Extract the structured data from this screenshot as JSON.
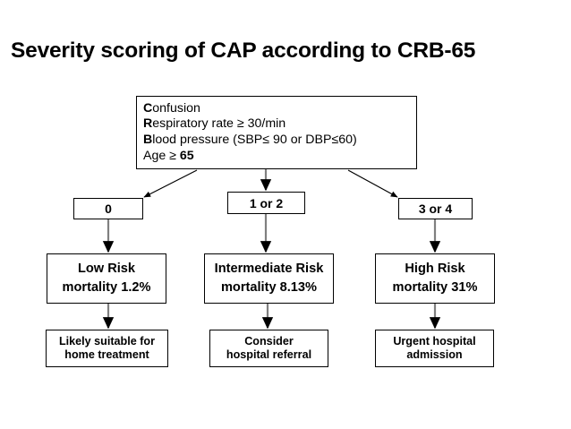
{
  "title": "Severity scoring of CAP according to CRB-65",
  "colors": {
    "background": "#ffffff",
    "text": "#000000",
    "border": "#000000",
    "connector": "#808080",
    "arrowhead": "#000000"
  },
  "criteria_box": {
    "name": "CRB-65 criteria",
    "lines": [
      {
        "initial": "C",
        "rest": "onfusion"
      },
      {
        "initial": "R",
        "rest": "espiratory rate ≥ 30/min"
      },
      {
        "initial": "B",
        "rest": "lood pressure (SBP≤ 90 or DBP≤60)"
      },
      {
        "initial": "",
        "rest": "Age ≥ ",
        "bold_tail": "65"
      }
    ]
  },
  "columns": [
    {
      "score": "0",
      "risk_label": "Low Risk",
      "mortality": "mortality 1.2%",
      "action_line_1": "Likely suitable for",
      "action_line_2": "home treatment"
    },
    {
      "score": "1 or 2",
      "risk_label": "Intermediate Risk",
      "mortality": "mortality 8.13%",
      "action_line_1": "Consider",
      "action_line_2": "hospital referral"
    },
    {
      "score": "3 or 4",
      "risk_label": "High Risk",
      "mortality": "mortality 31%",
      "action_line_1": "Urgent hospital",
      "action_line_2": "admission"
    }
  ]
}
